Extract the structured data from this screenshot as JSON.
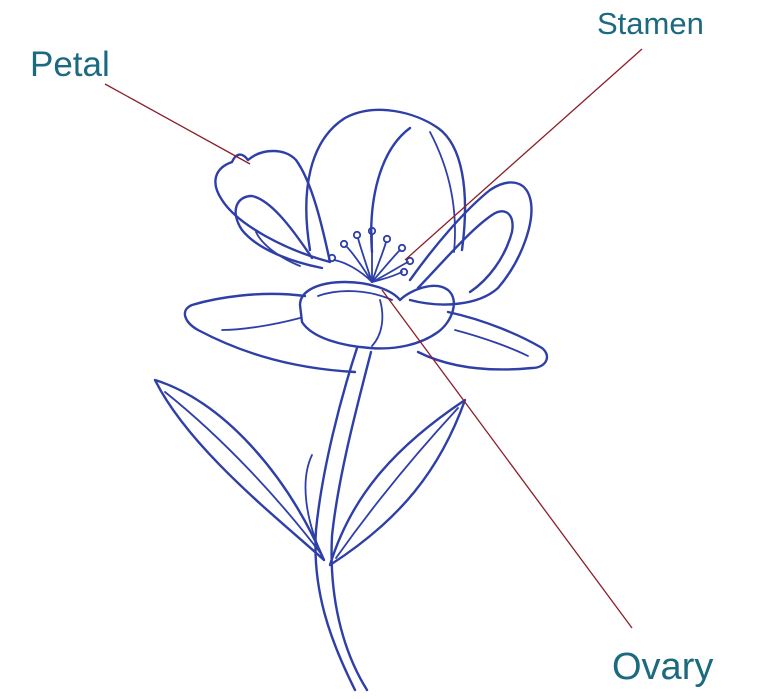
{
  "labels": {
    "petal": "Petal",
    "stamen": "Stamen",
    "ovary": "Ovary"
  },
  "colors": {
    "label_text": "#1b6a7f",
    "flower_outline": "#2e3fa8",
    "leader_line": "#8b1e2a",
    "background": "#ffffff"
  }
}
